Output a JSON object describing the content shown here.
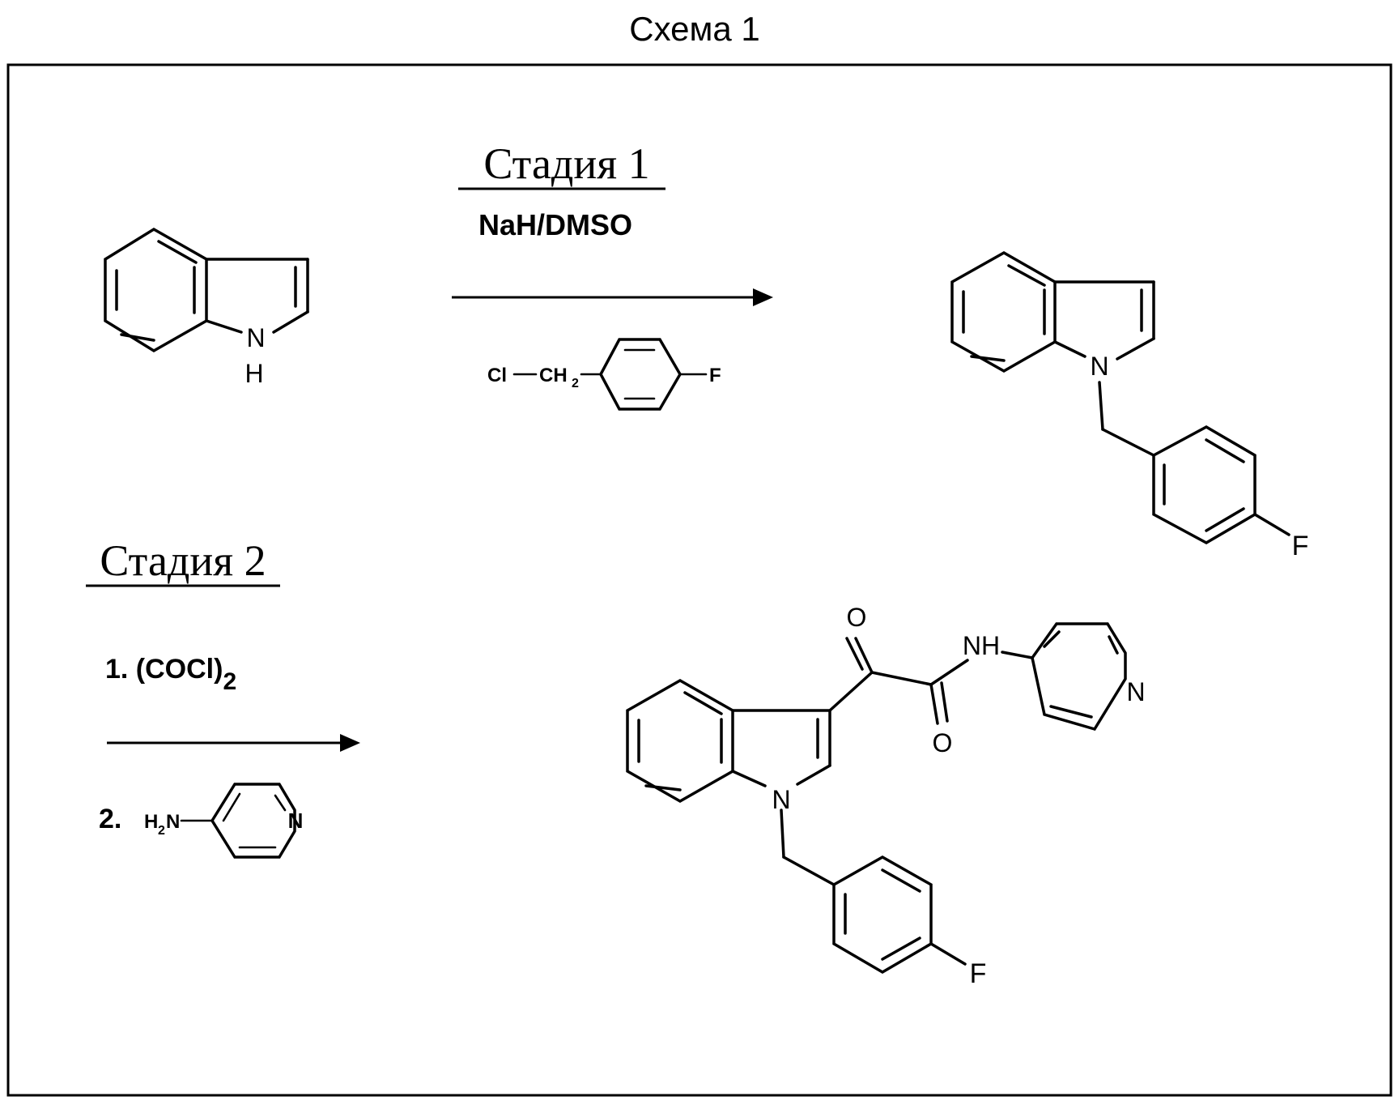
{
  "title": "Схема 1",
  "stage1": {
    "label": "Стадия 1",
    "reagent_top": "NaH/DMSO",
    "reagent_bottom": {
      "cl": "Cl",
      "ch2": "CH",
      "sub2": "2",
      "f": "F"
    }
  },
  "stage2": {
    "label": "Стадия 2",
    "step1_prefix": "1. (COCl)",
    "step1_sub": "2",
    "step2_prefix": "2.",
    "step2_h": "H",
    "step2_sub": "2",
    "step2_n": "N",
    "pyridine_n": "N"
  },
  "indole": {
    "n": "N",
    "h": "H"
  },
  "product1": {
    "n": "N",
    "f": "F"
  },
  "product2": {
    "o_top": "O",
    "o_bottom": "O",
    "nh": "NH",
    "pyridine_n": "N",
    "indole_n": "N",
    "f": "F"
  }
}
